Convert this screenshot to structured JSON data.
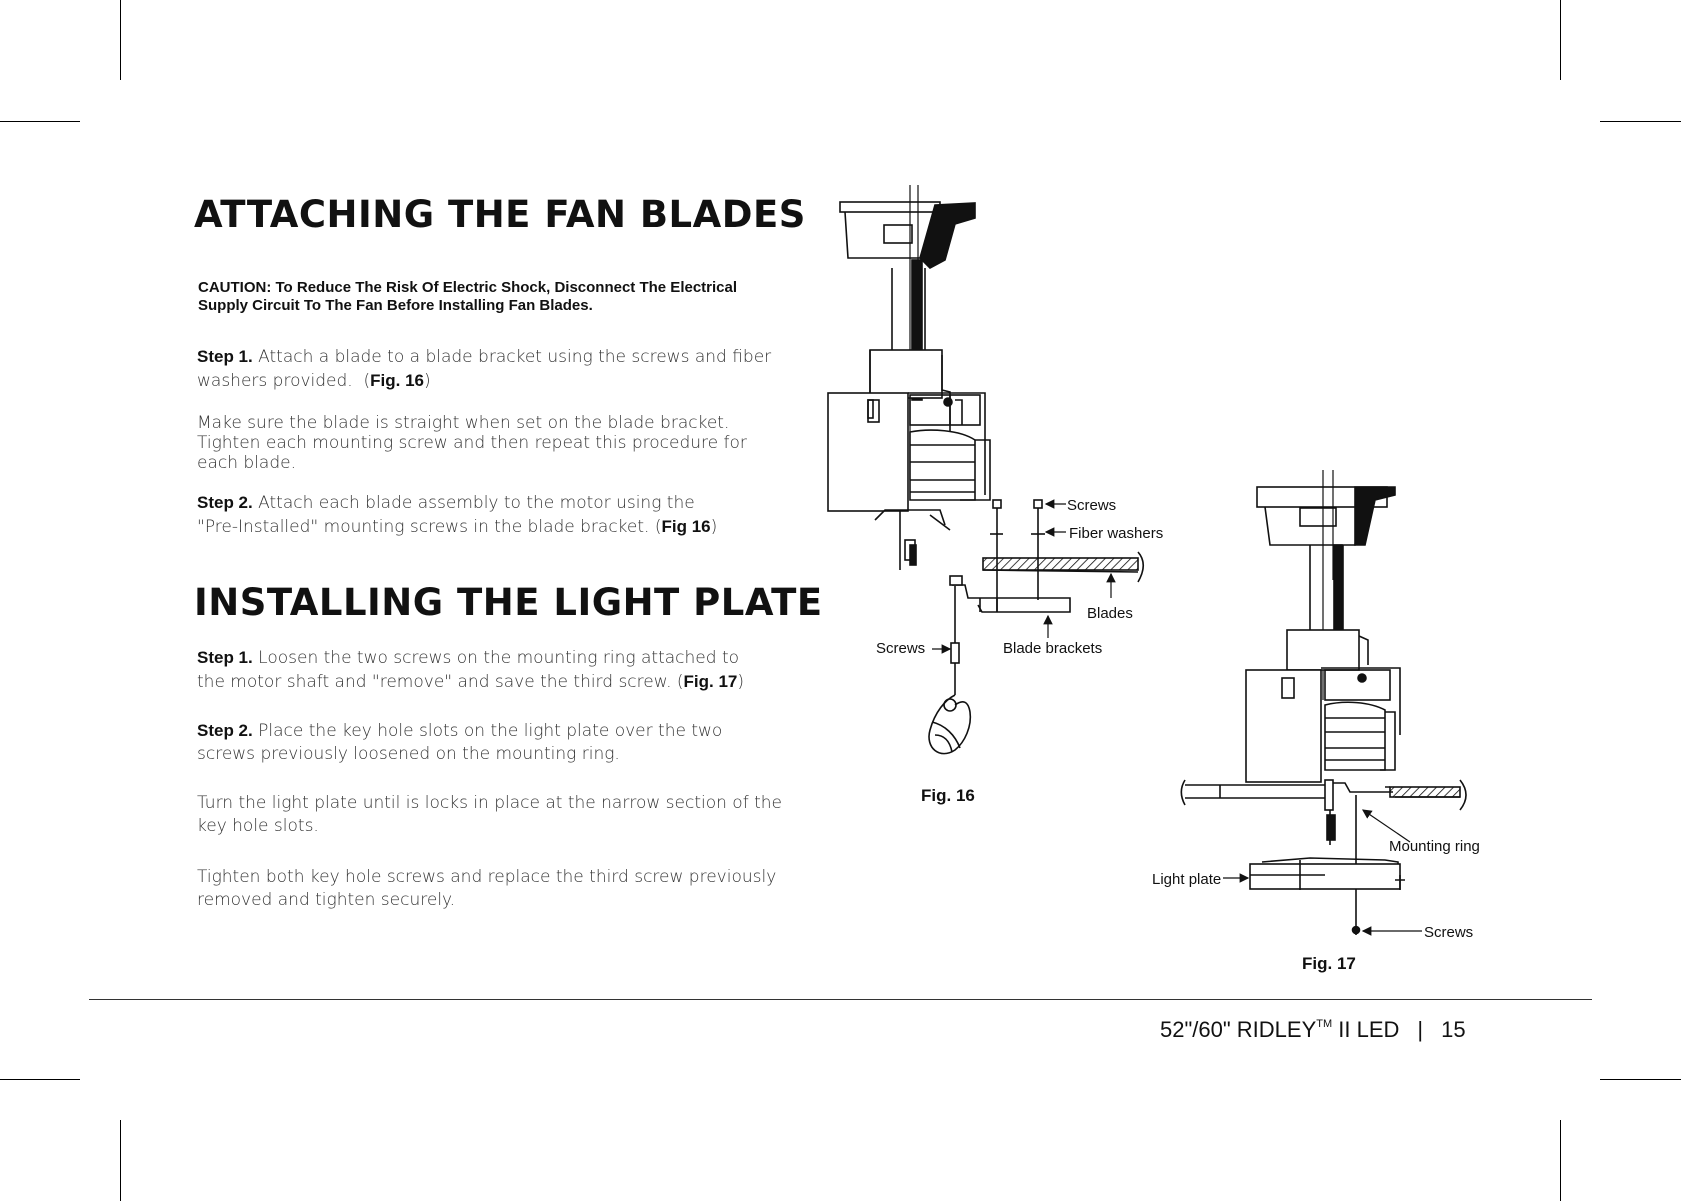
{
  "section1": {
    "title": "ATTACHING THE FAN BLADES",
    "caution_line1": "CAUTION: To Reduce The Risk Of Electric Shock, Disconnect The Electrical",
    "caution_line2": "Supply Circuit To The Fan Before Installing Fan Blades.",
    "step1_label": "Step 1.",
    "step1_text_a": "Attach a blade to a blade bracket using the screws and fiber",
    "step1_text_b": "washers provided.",
    "step1_ref": "Fig. 16",
    "note_line1": "Make sure the blade is straight when set on the blade bracket.",
    "note_line2": "Tighten each mounting screw and then repeat this procedure for",
    "note_line3": "each blade.",
    "step2_label": "Step 2.",
    "step2_text_a": "Attach each blade assembly to the motor using the",
    "step2_text_b": "\"Pre-Installed\" mounting screws in the blade bracket.",
    "step2_ref": "Fig 16"
  },
  "section2": {
    "title": "INSTALLING THE LIGHT PLATE",
    "step1_label": "Step 1.",
    "step1_text_a": "Loosen the two screws on the mounting ring attached to",
    "step1_text_b": "the motor shaft and \"remove\" and save the third screw.",
    "step1_ref": "Fig. 17",
    "step2_label": "Step 2.",
    "step2_text_a": "Place the key hole slots on the light plate over the two",
    "step2_text_b": "screws previously loosened on the mounting ring.",
    "para1_line1": "Turn the light plate until is locks in place at the narrow section of the",
    "para1_line2": "key hole slots.",
    "para2_line1": "Tighten both key hole screws and replace the third screw previously",
    "para2_line2": "removed and tighten securely."
  },
  "fig16": {
    "caption": "Fig. 16",
    "labels": {
      "screws_top": "Screws",
      "fiber_washers": "Fiber washers",
      "blades": "Blades",
      "blade_brackets": "Blade brackets",
      "screws_left": "Screws"
    }
  },
  "fig17": {
    "caption": "Fig. 17",
    "labels": {
      "mounting_ring": "Mounting ring",
      "light_plate": "Light plate",
      "screws": "Screws"
    }
  },
  "footer": {
    "model": "52\"/60\" RIDLEY",
    "tm": "TM",
    "model_suffix": " II LED",
    "separator": "|",
    "page_number": "15"
  }
}
